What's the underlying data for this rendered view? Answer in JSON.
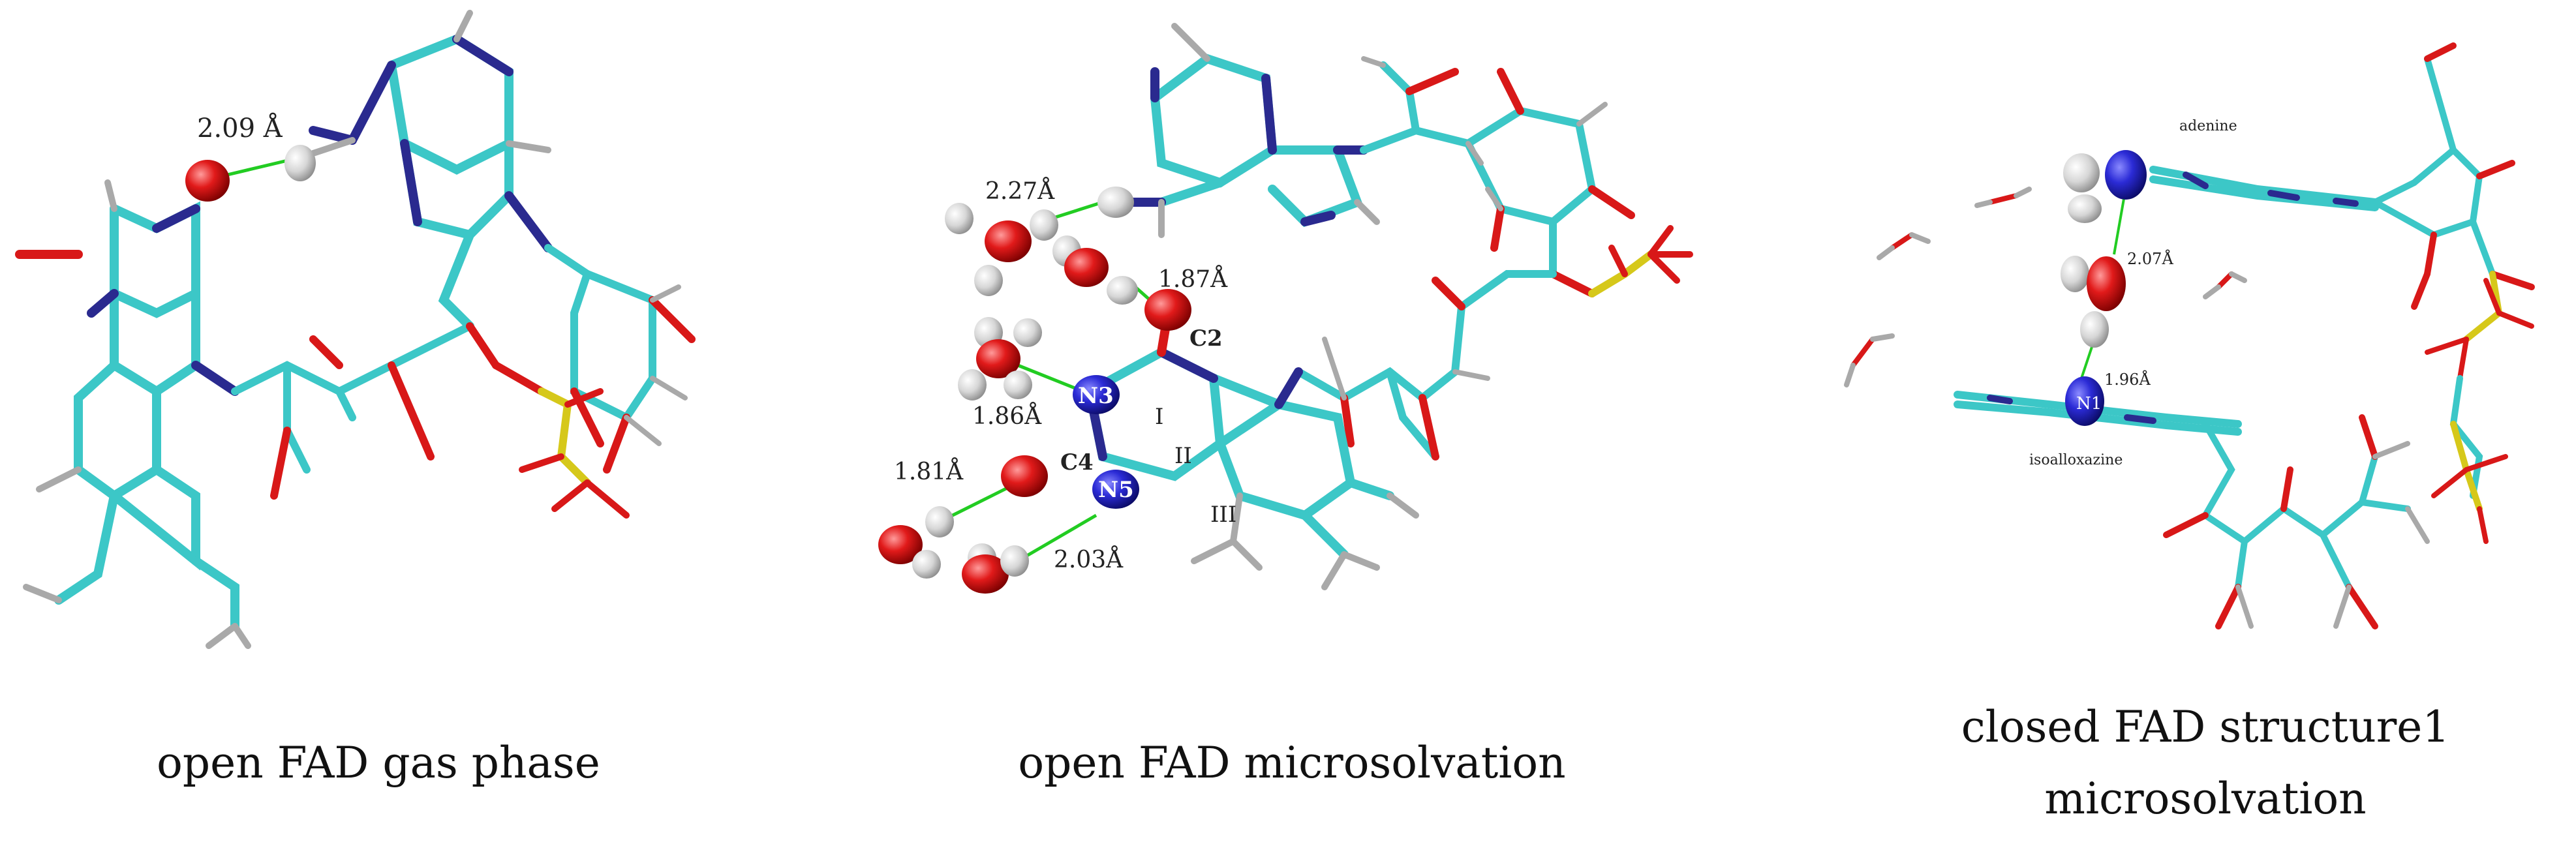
{
  "panels": [
    {
      "id": "gas",
      "caption": "open FAD gas phase",
      "distances": [
        "2.09 Å"
      ]
    },
    {
      "id": "micro",
      "caption": "open FAD microsolvation",
      "distances": [
        "2.27Å",
        "1.87Å",
        "1.86Å",
        "1.81Å",
        "2.03Å"
      ],
      "atom_labels": [
        "C2",
        "N3",
        "C4",
        "N5"
      ],
      "ring_labels": [
        "I",
        "II",
        "III"
      ]
    },
    {
      "id": "closed",
      "caption_line1": "closed FAD structure1",
      "caption_line2": "microsolvation",
      "distances": [
        "2.07Å",
        "1.96Å"
      ],
      "atom_labels": [
        "N1"
      ],
      "group_labels": [
        "adenine",
        "isoalloxazine"
      ]
    }
  ],
  "colors": {
    "carbon": "#3cc7c7",
    "nitrogen": "#2a2a8f",
    "oxygen": "#d81818",
    "hydrogen": "#a9a9a9",
    "phosphorus": "#d6c81a",
    "hbond": "#22cc22"
  }
}
